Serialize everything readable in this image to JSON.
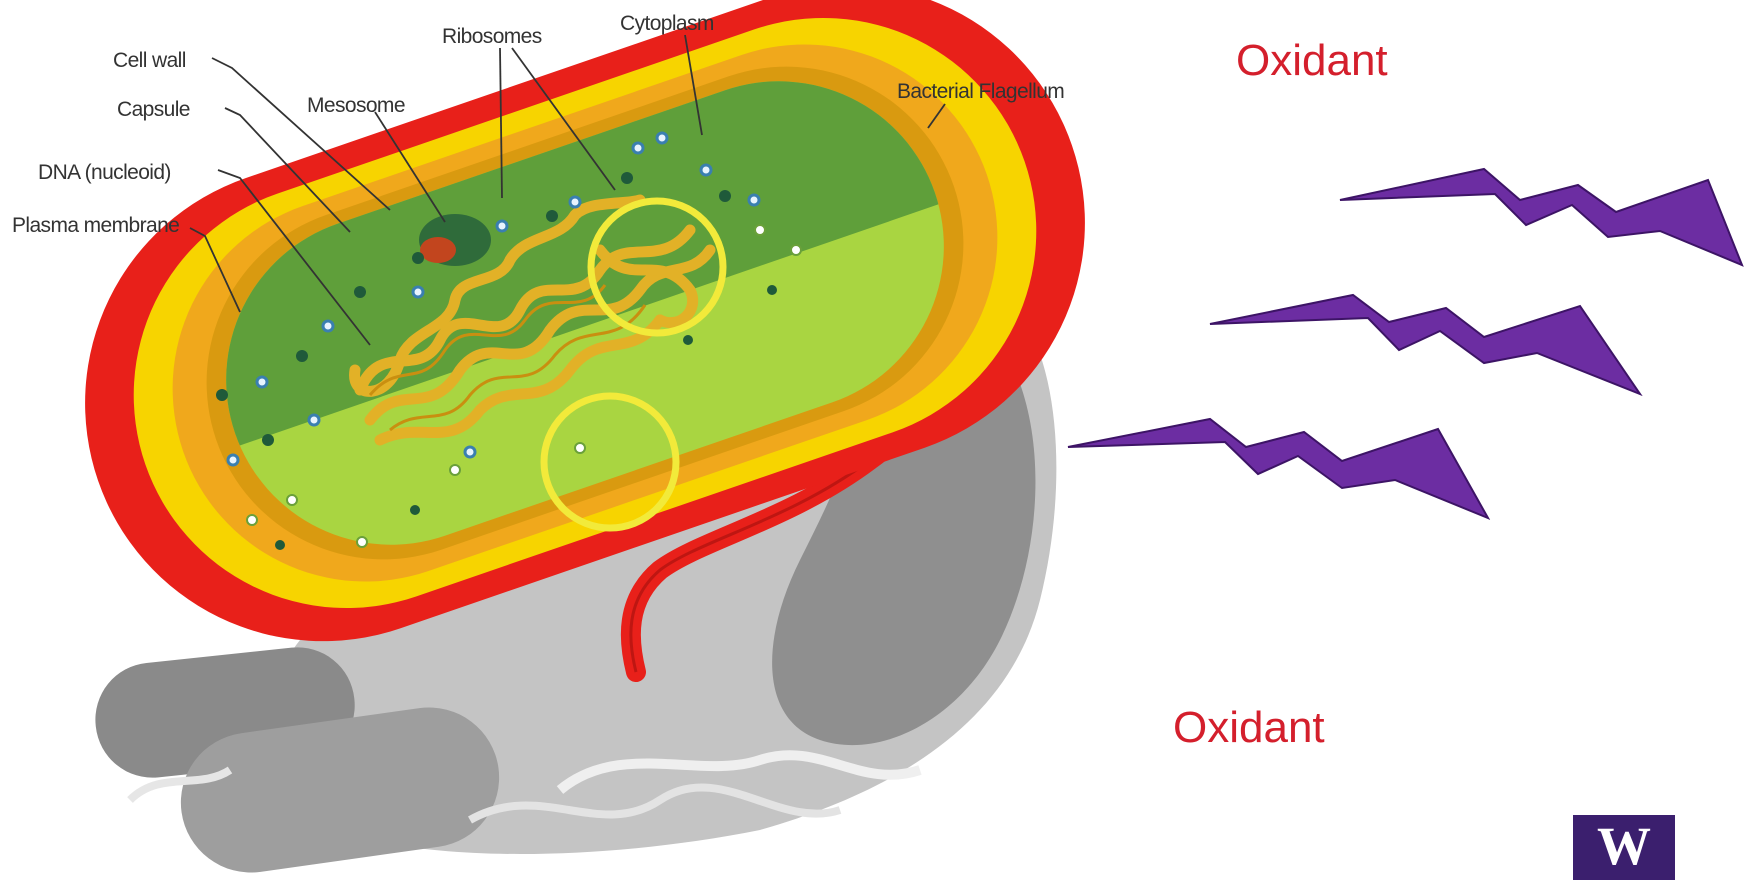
{
  "labels": {
    "cell_wall": "Cell wall",
    "capsule": "Capsule",
    "dna": "DNA (nucleoid)",
    "plasma_membrane": "Plasma membrane",
    "mesosome": "Mesosome",
    "ribosomes": "Ribosomes",
    "cytoplasm": "Cytoplasm",
    "flagellum": "Bacterial Flagellum"
  },
  "oxidant_top": "Oxidant",
  "oxidant_bottom": "Oxidant",
  "logo": "W",
  "colors": {
    "capsule_red": "#e8201a",
    "cell_wall_yellow": "#f7d400",
    "membrane_orange": "#f0a81c",
    "cytoplasm_dark": "#5f9f3a",
    "cytoplasm_light": "#a9d541",
    "dna": "#e8b92a",
    "oxidant_text": "#d41f2c",
    "bolt_purple": "#6c2da2",
    "highlight_circle": "#f2ea3a",
    "shadow_gray": "#9a9a9a",
    "logo_purple": "#3b1f6e"
  },
  "icons": [
    "lightning-bolt-icon",
    "uw-logo-icon"
  ]
}
